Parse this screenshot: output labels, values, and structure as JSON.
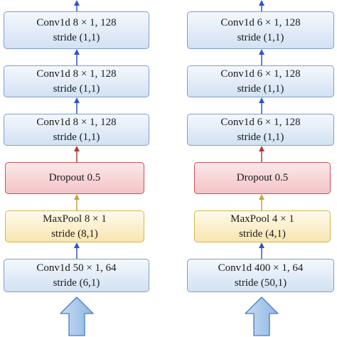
{
  "colors": {
    "conv_border": "#7f9fc9",
    "dropout_border": "#c4545c",
    "maxpool_border": "#d6b54d",
    "arrow_blue": "#2f55c8",
    "arrow_red": "#b53a3a",
    "arrow_gold": "#c9a33a",
    "input_arrow_fill": "#a9c8ec"
  },
  "left_branch": {
    "conv_top": {
      "line1": "Conv1d 8 × 1, 128",
      "line2": "stride (1,1)"
    },
    "conv_upper": {
      "line1": "Conv1d 8 × 1, 128",
      "line2": "stride (1,1)"
    },
    "conv_mid": {
      "line1": "Conv1d 8 × 1, 128",
      "line2": "stride (1,1)"
    },
    "dropout": {
      "line1": "Dropout 0.5"
    },
    "maxpool": {
      "line1": "MaxPool 8 × 1",
      "line2": "stride (8,1)"
    },
    "conv_input": {
      "line1": "Conv1d 50 × 1, 64",
      "line2": "stride (6,1)"
    }
  },
  "right_branch": {
    "conv_top": {
      "line1": "Conv1d 6 × 1, 128",
      "line2": "stride (1,1)"
    },
    "conv_upper": {
      "line1": "Conv1d 6 × 1, 128",
      "line2": "stride (1,1)"
    },
    "conv_mid": {
      "line1": "Conv1d 6 × 1, 128",
      "line2": "stride (1,1)"
    },
    "dropout": {
      "line1": "Dropout 0.5"
    },
    "maxpool": {
      "line1": "MaxPool 4 × 1",
      "line2": "stride (4,1)"
    },
    "conv_input": {
      "line1": "Conv1d 400 × 1, 64",
      "line2": "stride (50,1)"
    }
  }
}
